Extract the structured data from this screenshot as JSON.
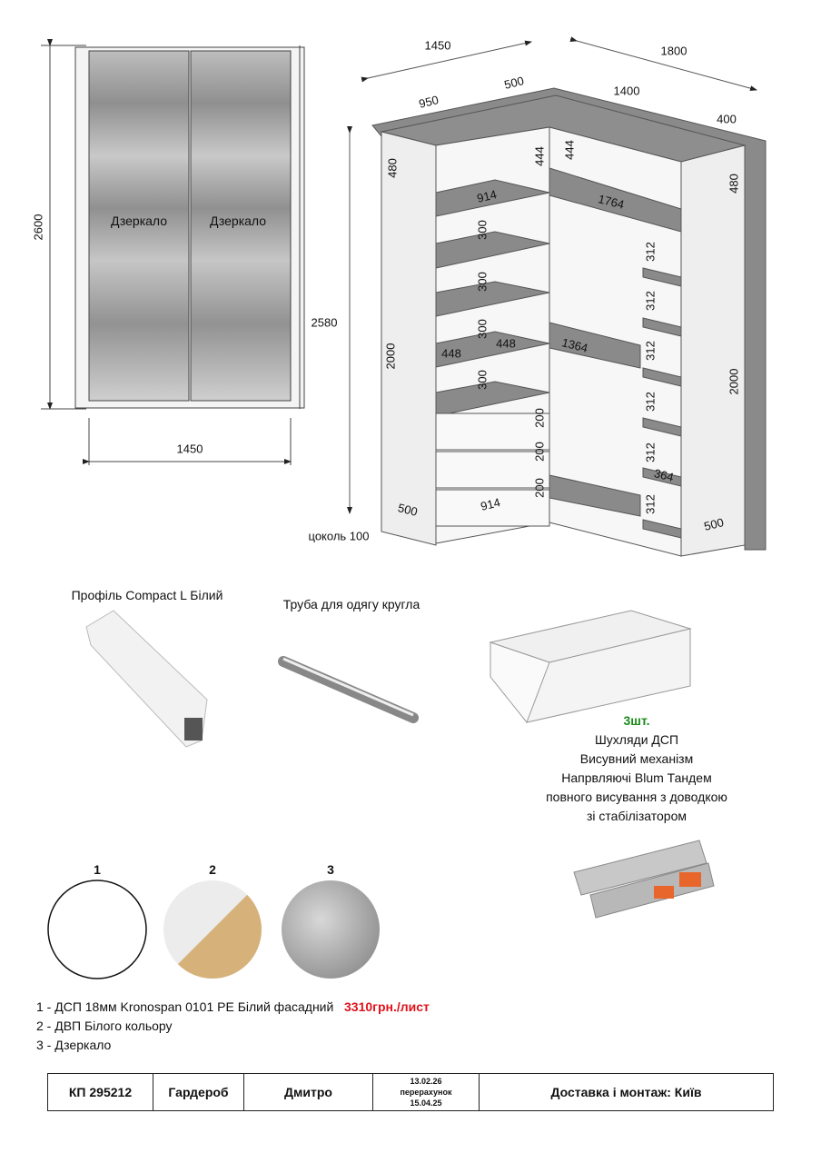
{
  "front_view": {
    "height_label": "2600",
    "inner_height_label": "2580",
    "width_label": "1450",
    "door_left": "Дзеркало",
    "door_right": "Дзеркало"
  },
  "iso_view": {
    "top_dims": {
      "left_total": "1450",
      "right_total": "1800",
      "corner_depth": "500",
      "left_width": "950",
      "right_width": "1400",
      "right_depth": "400"
    },
    "upper": {
      "left_side_h": "480",
      "left_cell_h": "444",
      "right_cell_h": "444",
      "right_side_h": "480",
      "left_shelf_w": "914",
      "right_shelf_w": "1764"
    },
    "shelves_h": [
      "300",
      "300",
      "300",
      "300"
    ],
    "shelf_widths": {
      "left": "448",
      "right": "448",
      "hanging": "1364"
    },
    "body_h_left": "2000",
    "body_h_right": "2000",
    "right_shelves": [
      "312",
      "312",
      "312",
      "312",
      "312",
      "312"
    ],
    "drawers_h": [
      "200",
      "200",
      "200"
    ],
    "right_shelf_w": "364",
    "bottom_w": "914",
    "left_depth": "500",
    "right_depth_bottom": "500",
    "plinth": "цоколь 100"
  },
  "products": {
    "profile": "Профіль Compact L Білий",
    "rod": "Труба для одягу кругла",
    "drawer_qty": "3шт.",
    "drawer_lines": [
      "Шухляди ДСП",
      "Висувний механізм",
      "Напрвляючі Blum Тандем",
      "повного висування з доводкою",
      "зі стабілізатором"
    ]
  },
  "materials": [
    {
      "num": "1"
    },
    {
      "num": "2"
    },
    {
      "num": "3"
    }
  ],
  "legend": {
    "line1": "1 - ДСП 18мм Kronospan 0101 PE Білий фасадний",
    "price": "3310грн./лист",
    "line2": "2 - ДВП Білого кольору",
    "line3": "3 - Дзеркало"
  },
  "footer": {
    "code": "КП 295212",
    "product": "Гардероб",
    "client": "Дмитро",
    "date1": "13.02.26",
    "note": "перерахунок",
    "date2": "15.04.25",
    "delivery": "Доставка і монтаж: Київ"
  }
}
